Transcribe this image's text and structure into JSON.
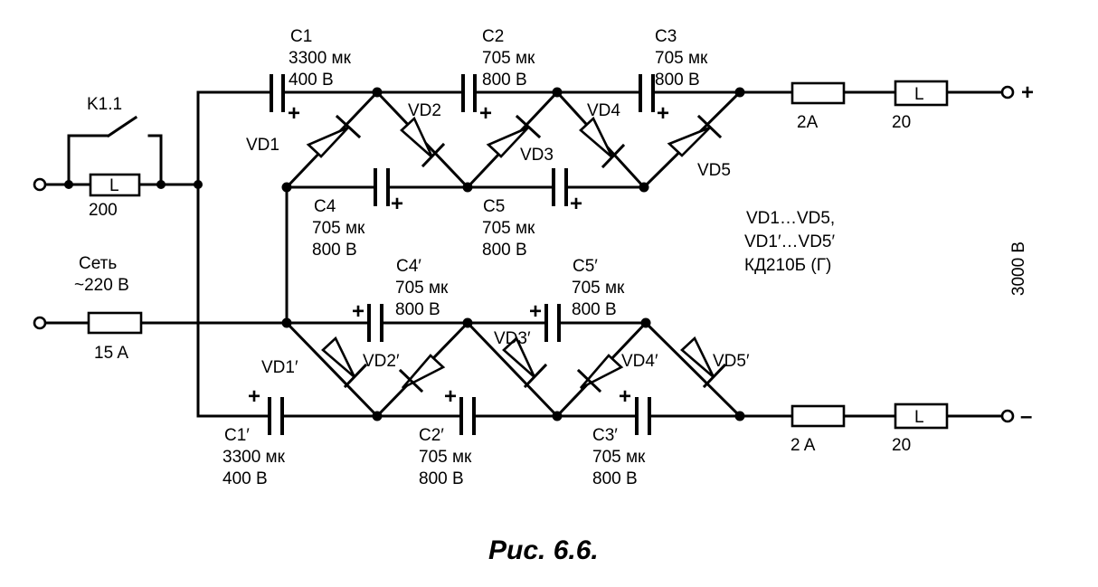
{
  "caption": "Рис. 6.6.",
  "inputs": {
    "relay_contact": "K1.1",
    "input_inductor": {
      "symbol": "L",
      "value": "200"
    },
    "mains": {
      "line1": "Сеть",
      "line2": "~220 В"
    },
    "input_fuse": "15 A"
  },
  "capacitors": {
    "c1": {
      "name": "C1",
      "cap": "3300 мк",
      "volt": "400 В"
    },
    "c2": {
      "name": "C2",
      "cap": "705 мк",
      "volt": "800 В"
    },
    "c3": {
      "name": "C3",
      "cap": "705 мк",
      "volt": "800 В"
    },
    "c4": {
      "name": "C4",
      "cap": "705 мк",
      "volt": "800 В"
    },
    "c5": {
      "name": "C5",
      "cap": "705 мк",
      "volt": "800 В"
    },
    "c4p": {
      "name": "C4′",
      "cap": "705 мк",
      "volt": "800 В"
    },
    "c5p": {
      "name": "C5′",
      "cap": "705 мк",
      "volt": "800 В"
    },
    "c1p": {
      "name": "C1′",
      "cap": "3300 мк",
      "volt": "400 В"
    },
    "c2p": {
      "name": "C2′",
      "cap": "705 мк",
      "volt": "800 В"
    },
    "c3p": {
      "name": "C3′",
      "cap": "705 мк",
      "volt": "800 В"
    }
  },
  "polarity_mark": "+",
  "diodes": {
    "vd1": "VD1",
    "vd2": "VD2",
    "vd3": "VD3",
    "vd4": "VD4",
    "vd5": "VD5",
    "vd1p": "VD1′",
    "vd2p": "VD2′",
    "vd3p": "VD3′",
    "vd4p": "VD4′",
    "vd5p": "VD5′"
  },
  "outputs": {
    "positive": {
      "fuse": "2A",
      "inductor_symbol": "L",
      "inductor": "20",
      "sign": "+"
    },
    "negative": {
      "fuse": "2 A",
      "inductor_symbol": "L",
      "inductor": "20",
      "sign": "–"
    },
    "output_voltage": "3000 В"
  },
  "note": {
    "line1": "VD1…VD5,",
    "line2": "VD1′…VD5′",
    "line3": "КД210Б (Г)"
  }
}
